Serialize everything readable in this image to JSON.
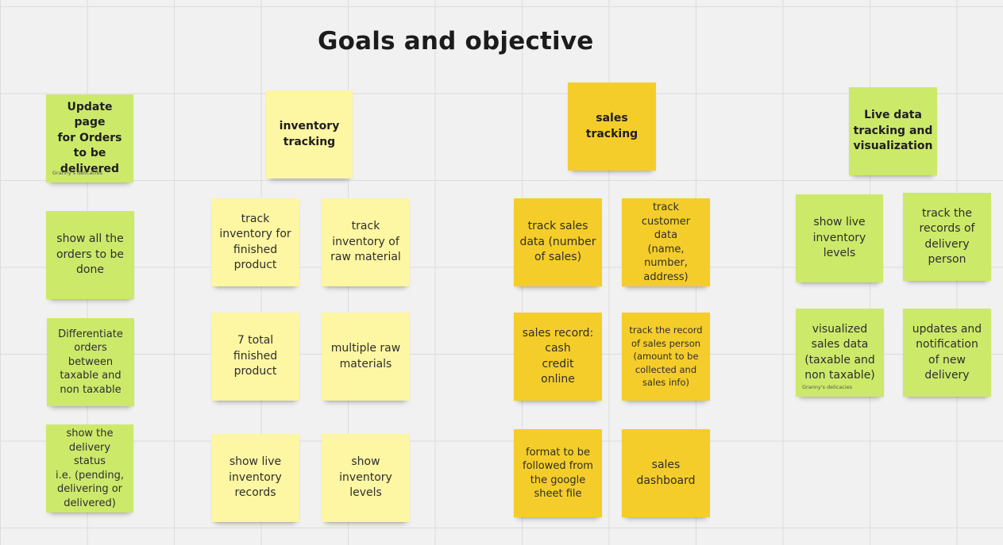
{
  "board": {
    "title": "Goals and objective"
  },
  "brand_label": "Granny's delicacies",
  "notes": {
    "update_page": "Update page\nfor  Orders\nto be\ndelivered",
    "show_all_orders": "show all the\norders to be\ndone",
    "differentiate_orders": "Differentiate\norders\nbetween\ntaxable and\nnon taxable",
    "delivery_status": "show the\ndelivery status\ni.e. (pending,\ndelivering or\ndelivered)",
    "inventory_tracking": "inventory\ntracking",
    "track_finished": "track\ninventory for\nfinished\nproduct",
    "track_raw": "track\ninventory of\nraw material",
    "total_finished": "7 total\nfinished\nproduct",
    "multiple_raw": "multiple raw\nmaterials",
    "live_inventory_records": "show live\ninventory\nrecords",
    "inventory_levels": "show\ninventory\nlevels",
    "sales_tracking": "sales\ntracking",
    "track_sales_data": "track sales\ndata (number\nof sales)",
    "track_customer": "track customer\ndata\n(name,\nnumber,\naddress)",
    "sales_record": "sales record:\ncash\ncredit\nonline",
    "sales_person": "track the record\nof sales person\n(amount to be\ncollected and\nsales info)",
    "format_sheet": "format to be\nfollowed from\nthe google\nsheet file",
    "sales_dashboard": "sales\ndashboard",
    "live_data": "Live data\ntracking and\nvisualization",
    "live_inventory_levels": "show live\ninventory\nlevels",
    "delivery_person": "track the\nrecords of\ndelivery\nperson",
    "visualized_sales": "visualized\nsales data\n(taxable and\nnon taxable)",
    "updates_notification": "updates and\nnotification\nof new\ndelivery"
  },
  "colors": {
    "green_note": "#cde96a",
    "light_yellow_note": "#fdf6a2",
    "yellow_note": "#f5cd2a",
    "canvas": "#f1f1f1"
  }
}
